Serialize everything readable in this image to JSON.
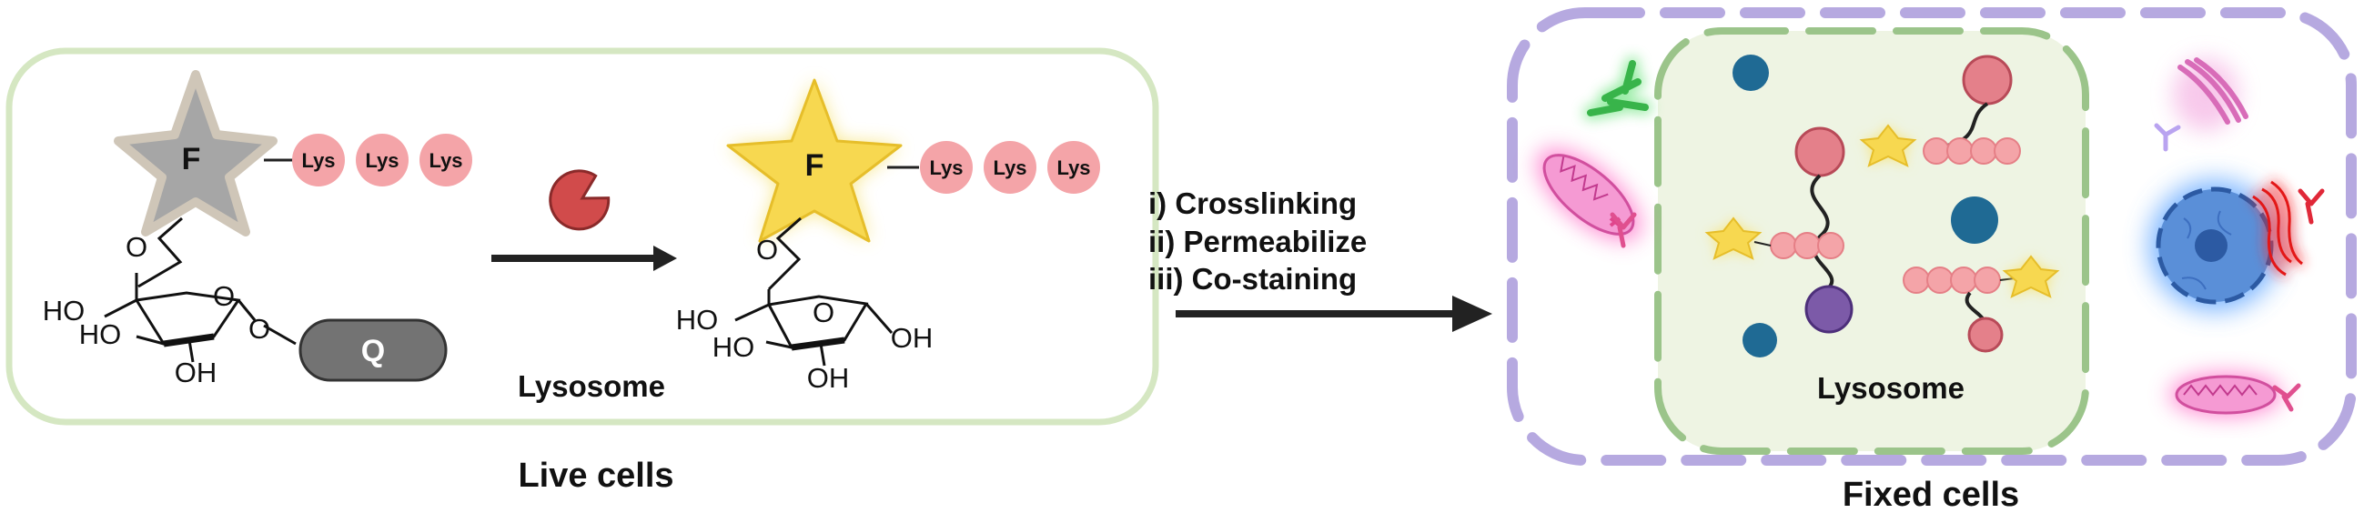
{
  "colors": {
    "live_border": "#d5e7c2",
    "bead": "#f4a4a8",
    "bead_stroke": "#e57f86",
    "star_bright": "#f7d850",
    "star_dull": "#a6a6a6",
    "quencher": "#737373",
    "enzyme": "#d14b4b",
    "membrane": "#b6a9e0",
    "lysosome_fill": "#eef4e3",
    "lysosome_edge": "#9bc48a",
    "arrow": "#222222"
  },
  "probe": {
    "fluorophore_label": "F",
    "quencher_label": "Q",
    "lys_label": "Lys"
  },
  "chem": {
    "ho_top": "HO",
    "ho_mid": "HO",
    "oh_bottom": "OH",
    "o_link": "O",
    "o_ring": "O",
    "oh_right": "OH"
  },
  "labels": {
    "lysosome_enzyme": "Lysosome",
    "live_cells": "Live cells",
    "steps": [
      "i) Crosslinking",
      "ii) Permeabilize",
      "iii) Co-staining"
    ],
    "lysosome_cell": "Lysosome",
    "fixed_cells": "Fixed cells"
  },
  "icons": [
    "enzyme-icon",
    "antibody-icon",
    "mitochondrion-icon",
    "golgi-icon",
    "nucleus-icon",
    "endoplasmic-reticulum-icon"
  ]
}
